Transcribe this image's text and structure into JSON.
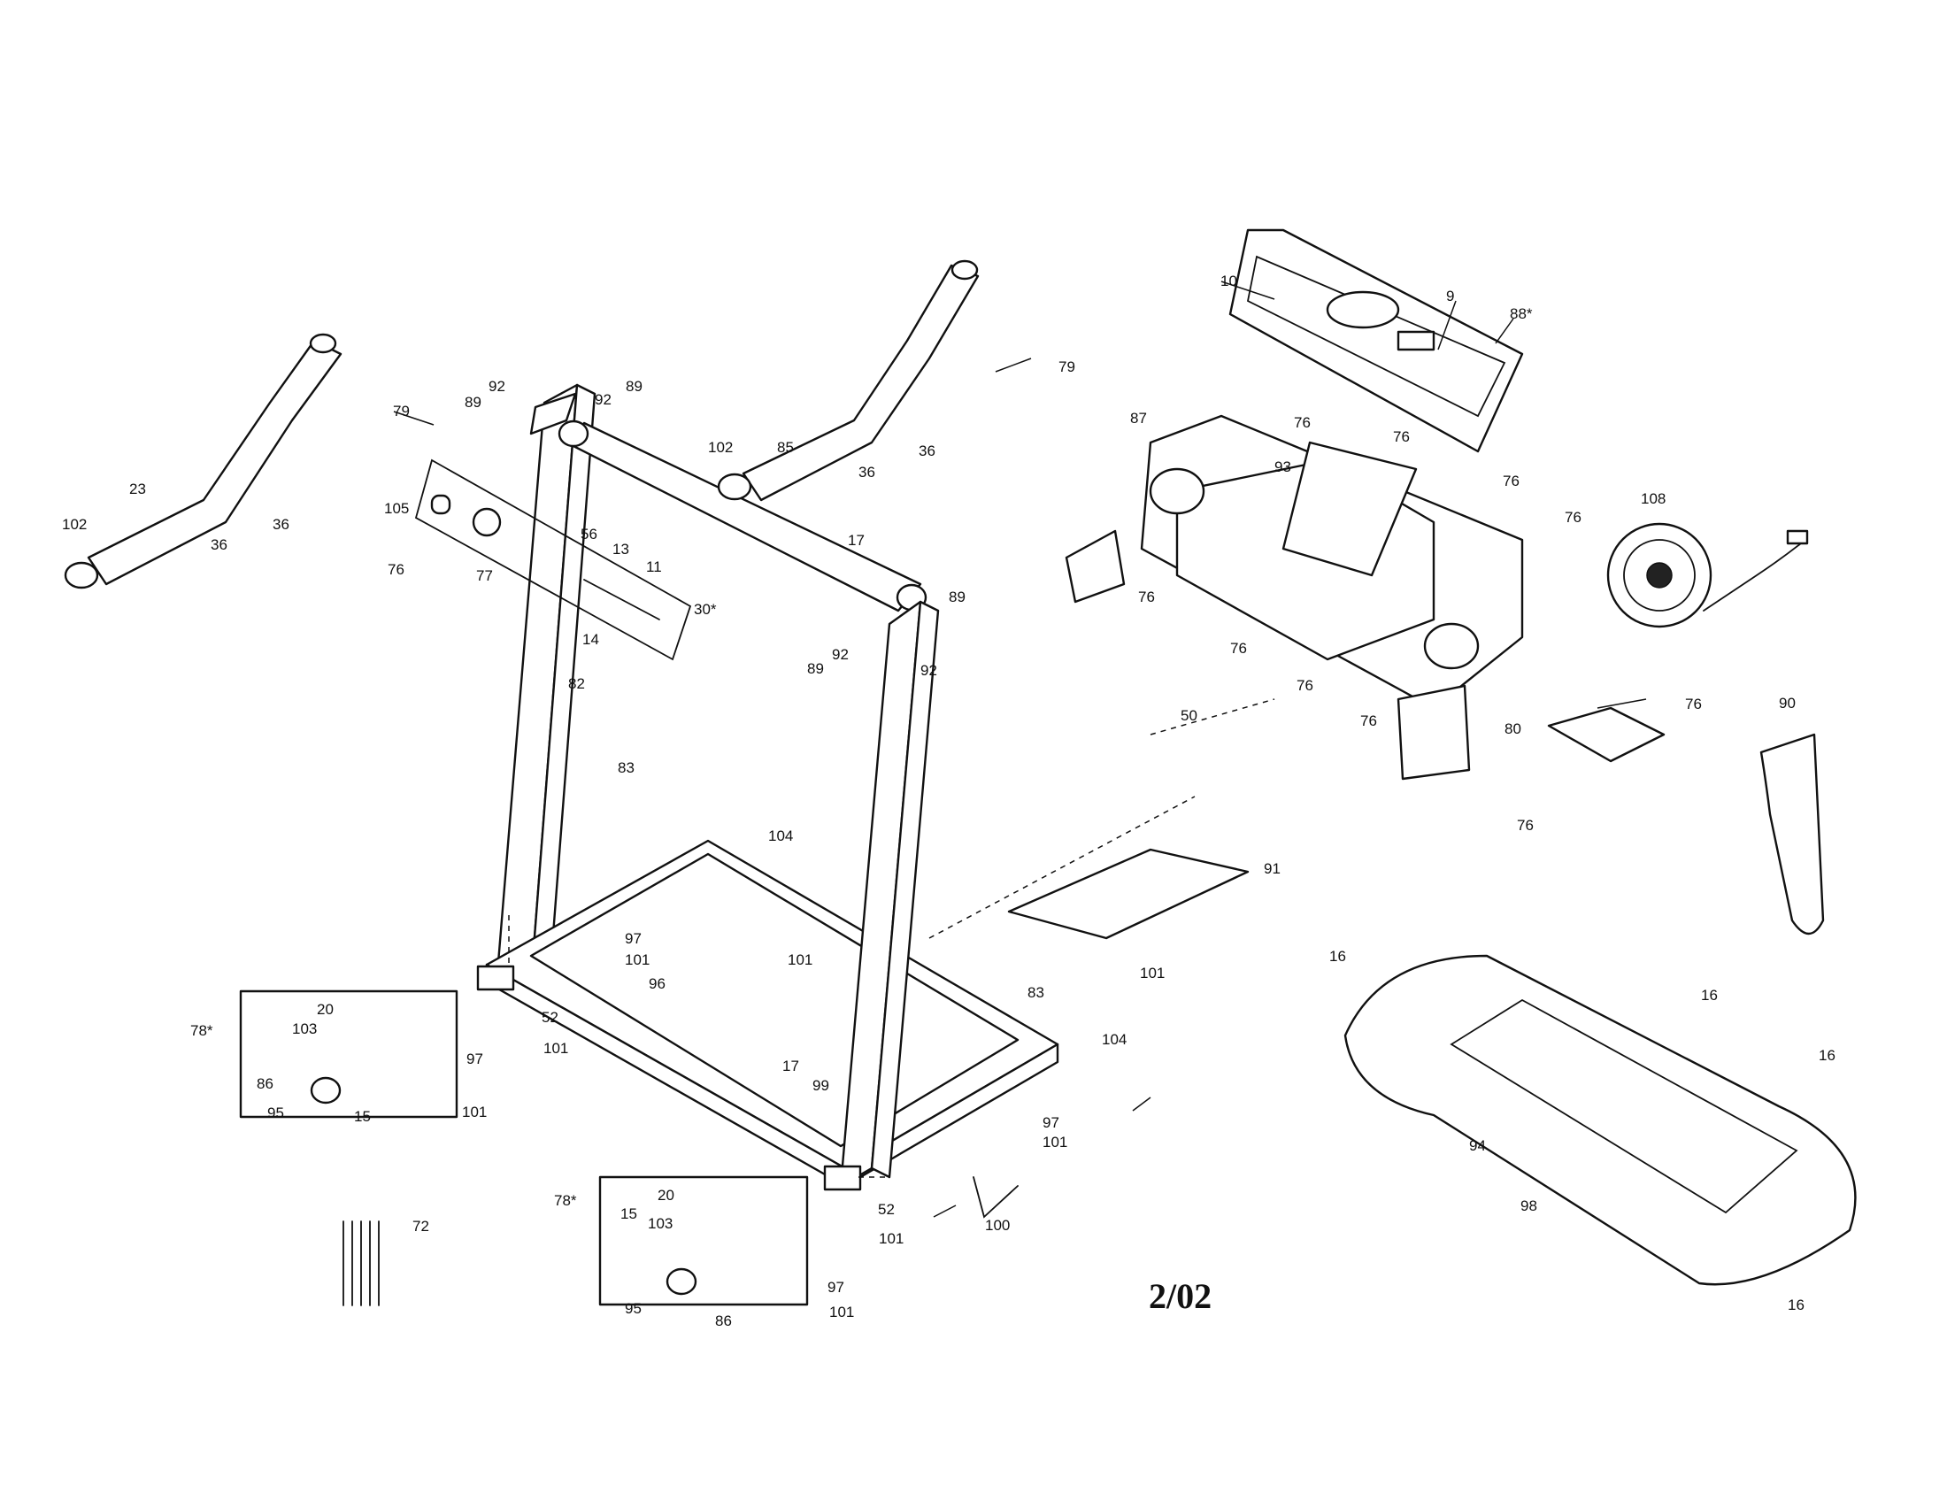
{
  "date_stamp": "2/02",
  "callouts": [
    {
      "id": "c10",
      "text": "10"
    },
    {
      "id": "c9",
      "text": "9"
    },
    {
      "id": "c88",
      "text": "88*"
    },
    {
      "id": "c79a",
      "text": "79"
    },
    {
      "id": "c79b",
      "text": "79"
    },
    {
      "id": "c92a",
      "text": "92"
    },
    {
      "id": "c89a",
      "text": "89"
    },
    {
      "id": "c92b",
      "text": "92"
    },
    {
      "id": "c89b",
      "text": "89"
    },
    {
      "id": "c87",
      "text": "87"
    },
    {
      "id": "c76a",
      "text": "76"
    },
    {
      "id": "c76b",
      "text": "76"
    },
    {
      "id": "c23",
      "text": "23"
    },
    {
      "id": "c102a",
      "text": "102"
    },
    {
      "id": "c36a",
      "text": "36"
    },
    {
      "id": "c36b",
      "text": "36"
    },
    {
      "id": "c105",
      "text": "105"
    },
    {
      "id": "c56",
      "text": "56"
    },
    {
      "id": "c13",
      "text": "13"
    },
    {
      "id": "c11",
      "text": "11"
    },
    {
      "id": "c77",
      "text": "77"
    },
    {
      "id": "c76c",
      "text": "76"
    },
    {
      "id": "c14",
      "text": "14"
    },
    {
      "id": "c30",
      "text": "30*"
    },
    {
      "id": "c102b",
      "text": "102"
    },
    {
      "id": "c85",
      "text": "85"
    },
    {
      "id": "c36c",
      "text": "36"
    },
    {
      "id": "c36d",
      "text": "36"
    },
    {
      "id": "c93",
      "text": "93"
    },
    {
      "id": "c76d",
      "text": "76"
    },
    {
      "id": "c76e",
      "text": "76"
    },
    {
      "id": "c108",
      "text": "108"
    },
    {
      "id": "c17a",
      "text": "17"
    },
    {
      "id": "c89c",
      "text": "89"
    },
    {
      "id": "c89d",
      "text": "89"
    },
    {
      "id": "c92c",
      "text": "92"
    },
    {
      "id": "c92d",
      "text": "92"
    },
    {
      "id": "c76f",
      "text": "76"
    },
    {
      "id": "c76g",
      "text": "76"
    },
    {
      "id": "c76h",
      "text": "76"
    },
    {
      "id": "c76i",
      "text": "76"
    },
    {
      "id": "c50",
      "text": "50"
    },
    {
      "id": "c82",
      "text": "82"
    },
    {
      "id": "c90",
      "text": "90"
    },
    {
      "id": "c80",
      "text": "80"
    },
    {
      "id": "c76j",
      "text": "76"
    },
    {
      "id": "c76k",
      "text": "76"
    },
    {
      "id": "c83a",
      "text": "83"
    },
    {
      "id": "c104a",
      "text": "104"
    },
    {
      "id": "c91",
      "text": "91"
    },
    {
      "id": "c16a",
      "text": "16"
    },
    {
      "id": "c97a",
      "text": "97"
    },
    {
      "id": "c101a",
      "text": "101"
    },
    {
      "id": "c96",
      "text": "96"
    },
    {
      "id": "c101b",
      "text": "101"
    },
    {
      "id": "c101c",
      "text": "101"
    },
    {
      "id": "c83b",
      "text": "83"
    },
    {
      "id": "c16b",
      "text": "16"
    },
    {
      "id": "c78a",
      "text": "78*"
    },
    {
      "id": "c20a",
      "text": "20"
    },
    {
      "id": "c52a",
      "text": "52"
    },
    {
      "id": "c101d",
      "text": "101"
    },
    {
      "id": "c104b",
      "text": "104"
    },
    {
      "id": "c103a",
      "text": "103"
    },
    {
      "id": "c86a",
      "text": "86"
    },
    {
      "id": "c97b",
      "text": "97"
    },
    {
      "id": "c95a",
      "text": "95"
    },
    {
      "id": "c15a",
      "text": "15"
    },
    {
      "id": "c101e",
      "text": "101"
    },
    {
      "id": "c17b",
      "text": "17"
    },
    {
      "id": "c99",
      "text": "99"
    },
    {
      "id": "c97c",
      "text": "97"
    },
    {
      "id": "c101f",
      "text": "101"
    },
    {
      "id": "c16c",
      "text": "16"
    },
    {
      "id": "c94",
      "text": "94"
    },
    {
      "id": "c78b",
      "text": "78*"
    },
    {
      "id": "c20b",
      "text": "20"
    },
    {
      "id": "c15b",
      "text": "15"
    },
    {
      "id": "c103b",
      "text": "103"
    },
    {
      "id": "c52b",
      "text": "52"
    },
    {
      "id": "c101g",
      "text": "101"
    },
    {
      "id": "c72",
      "text": "72"
    },
    {
      "id": "c100",
      "text": "100"
    },
    {
      "id": "c98",
      "text": "98"
    },
    {
      "id": "c97d",
      "text": "97"
    },
    {
      "id": "c95b",
      "text": "95"
    },
    {
      "id": "c86b",
      "text": "86"
    },
    {
      "id": "c101h",
      "text": "101"
    },
    {
      "id": "c16d",
      "text": "16"
    }
  ]
}
